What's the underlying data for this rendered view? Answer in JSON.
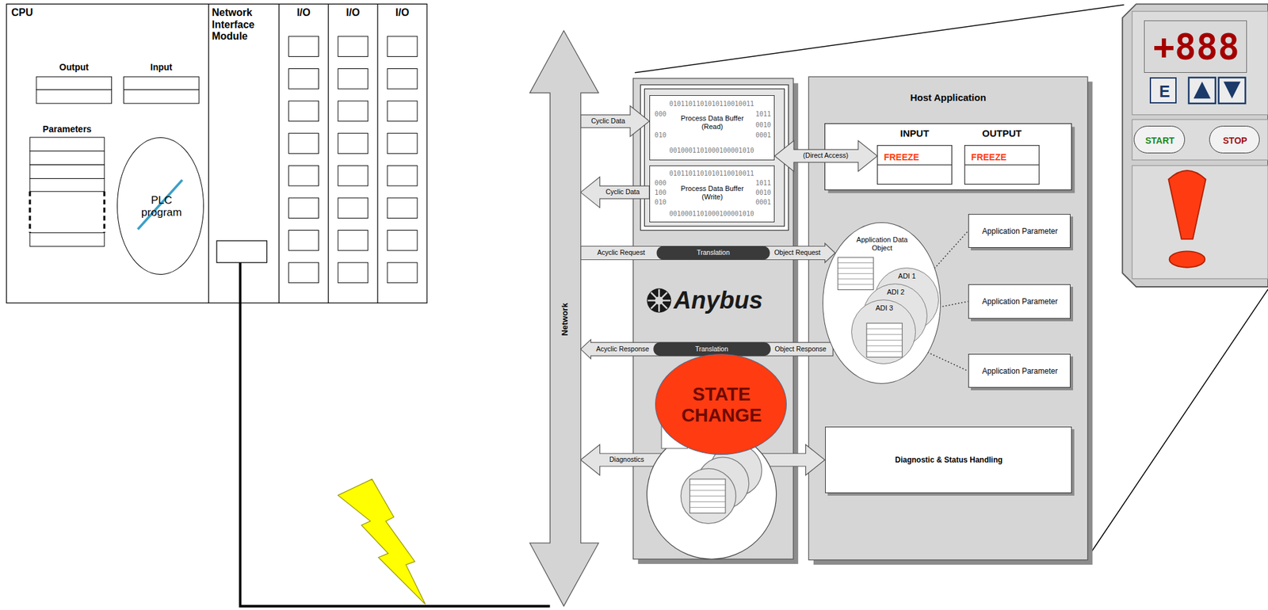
{
  "diagram": {
    "nodes": [
      {
        "text": [
          "CPU"
        ]
      },
      {
        "text": [
          "Output"
        ],
        "in": 0
      },
      {
        "text": [
          "Input"
        ],
        "in": 0
      },
      {
        "text": [
          "Parameters"
        ],
        "in": 0
      },
      {
        "text": [
          "PLC program"
        ],
        "in": 0
      },
      {
        "text": [
          "Network Interface Module"
        ]
      },
      {
        "text": [
          "I/O"
        ]
      },
      {
        "text": [
          "I/O"
        ]
      },
      {
        "text": [
          "I/O"
        ]
      },
      {
        "text": [
          "Network"
        ]
      },
      {
        "text": [
          "Anybus"
        ]
      },
      {
        "text": [
          "Process Data Buffer (Read)"
        ],
        "in": 10
      },
      {
        "text": [
          "Process Data Buffer (Write)"
        ],
        "in": 10
      },
      {
        "text": [
          "STATE CHANGE"
        ],
        "in": 10
      },
      {
        "text": [
          "Host Application"
        ]
      },
      {
        "text": [
          "INPUT",
          "FREEZE"
        ],
        "in": 14
      },
      {
        "text": [
          "OUTPUT",
          "FREEZE"
        ],
        "in": 14
      },
      {
        "text": [
          "Application Data Object"
        ],
        "in": 14
      },
      {
        "text": [
          "ADI 1"
        ],
        "in": 17
      },
      {
        "text": [
          "ADI 2"
        ],
        "in": 17
      },
      {
        "text": [
          "ADI 3"
        ],
        "in": 17
      },
      {
        "text": [
          "Application Parameter"
        ],
        "in": 14
      },
      {
        "text": [
          "Application Parameter"
        ],
        "in": 14
      },
      {
        "text": [
          "Application Parameter"
        ],
        "in": 14
      },
      {
        "text": [
          "Diagnostic & Status Handling"
        ],
        "in": 14
      },
      {
        "text": [
          "+888"
        ]
      },
      {
        "text": [
          "E"
        ]
      },
      {
        "text": [
          "START"
        ]
      },
      {
        "text": [
          "STOP"
        ]
      }
    ],
    "edges": [
      {
        "from": 9,
        "to": 11,
        "arrow": "to",
        "label": "Cyclic Data"
      },
      {
        "from": 12,
        "to": 9,
        "arrow": "to",
        "label": "Cyclic Data"
      },
      {
        "from": 11,
        "to": 15,
        "arrow": "both",
        "label": "(Direct Access)"
      },
      {
        "from": 9,
        "to": 17,
        "arrow": "to",
        "label": "Acyclic Request"
      },
      {
        "from": 17,
        "to": 9,
        "arrow": "to",
        "label": "Acyclic Response"
      },
      {
        "from": 24,
        "to": 9,
        "arrow": "both",
        "label": "Diagnostics"
      },
      {
        "from": 18,
        "to": 21,
        "arrow": "none"
      },
      {
        "from": 19,
        "to": 22,
        "arrow": "none"
      },
      {
        "from": 20,
        "to": 23,
        "arrow": "none"
      },
      {
        "from": 5,
        "to": 9,
        "arrow": "none"
      }
    ],
    "labels": [
      "0101101101010110010011",
      "000",
      "1011",
      "0010",
      "010",
      "0001",
      "0010001101000100001010",
      "0101101101010110010011",
      "000",
      "1011",
      "100",
      "0010",
      "010",
      "0001",
      "0010001101000100001010",
      "Translation",
      "Object Request",
      "Translation",
      "Object Response"
    ]
  }
}
